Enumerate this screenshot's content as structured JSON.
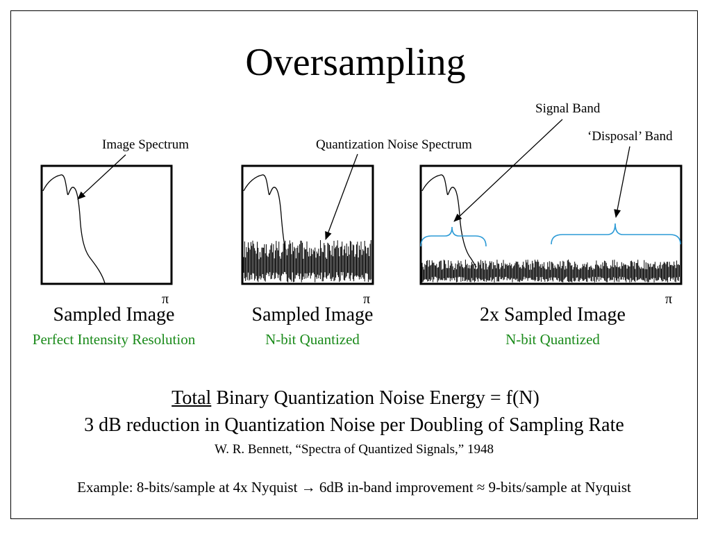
{
  "slide": {
    "title": "Oversampling",
    "annotations": {
      "image_spectrum": "Image Spectrum",
      "quantization_noise_spectrum": "Quantization Noise Spectrum",
      "signal_band": "Signal Band",
      "disposal_band": "‘Disposal’ Band"
    },
    "pi_symbol": "π",
    "panels": [
      {
        "caption": "Sampled Image",
        "subcaption": "Perfect Intensity Resolution"
      },
      {
        "caption": "Sampled Image",
        "subcaption": "N-bit Quantized"
      },
      {
        "caption": "2x Sampled Image",
        "subcaption": "N-bit Quantized"
      }
    ],
    "formula": {
      "underlined": "Total",
      "rest": " Binary Quantization Noise Energy = f(N)"
    },
    "reduction": "3 dB reduction in Quantization Noise per Doubling of Sampling Rate",
    "citation": "W. R. Bennett, “Spectra of Quantized Signals,” 1948",
    "example": "Example: 8-bits/sample at 4x Nyquist → 6dB in-band improvement ≈ 9-bits/sample at Nyquist",
    "colors": {
      "subcaption": "#1a8a1a",
      "brace": "#2b9ad6",
      "ink": "#000000"
    }
  }
}
